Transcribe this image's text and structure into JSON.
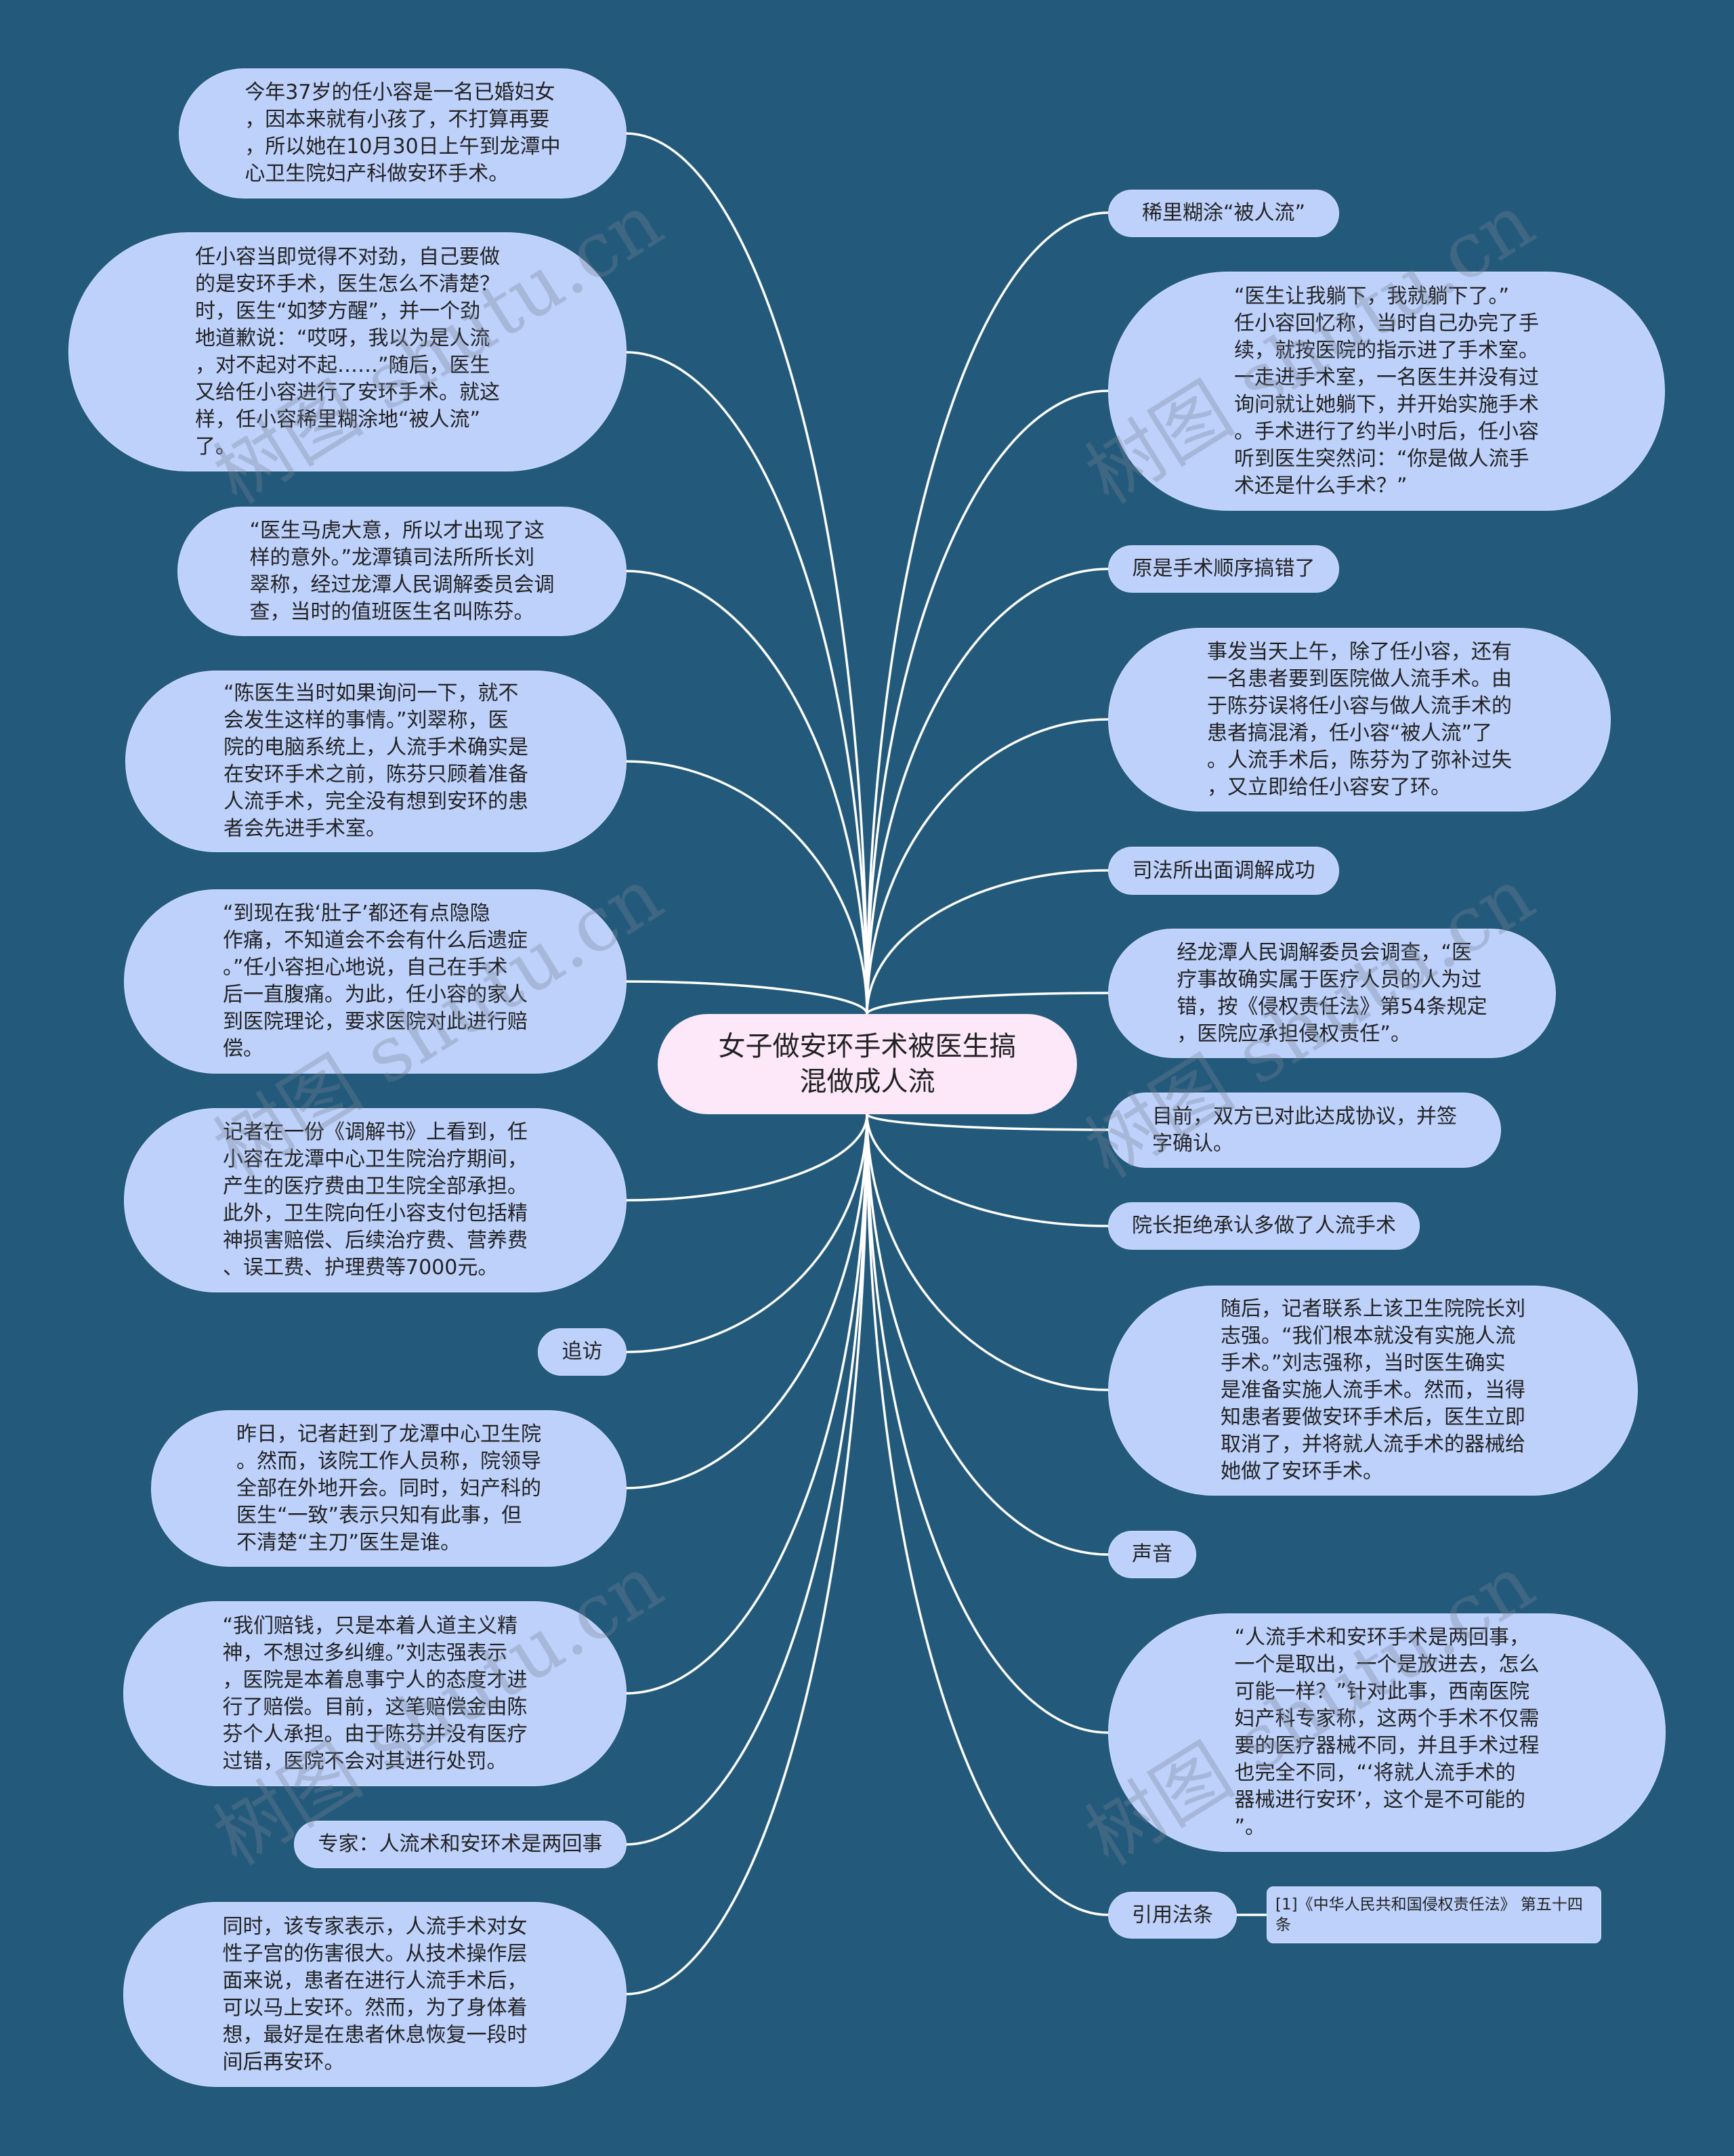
{
  "colors": {
    "background": "#235A7B",
    "node_fill": "#BDD1FB",
    "root_fill": "#FDE8F9",
    "connector": "#FFFFFF",
    "text": "#222222"
  },
  "central_topic": {
    "text": "女子做安环手术被医生搞\n混做成人流"
  },
  "branches": {
    "left": [
      {
        "text": "今年37岁的任小容是一名已婚妇女\n，因本来就有小孩了，不打算再要\n，所以她在10月30日上午到龙潭中\n心卫生院妇产科做安环手术。"
      },
      {
        "text": "任小容当即觉得不对劲，自己要做\n的是安环手术，医生怎么不清楚？\n时，医生“如梦方醒”，并一个劲\n地道歉说：“哎呀，我以为是人流\n，对不起对不起……”随后，医生\n又给任小容进行了安环手术。就这\n样，任小容稀里糊涂地“被人流”\n了。"
      },
      {
        "text": "“医生马虎大意，所以才出现了这\n样的意外。”龙潭镇司法所所长刘\n翠称，经过龙潭人民调解委员会调\n查，当时的值班医生名叫陈芬。"
      },
      {
        "text": "“陈医生当时如果询问一下，就不\n会发生这样的事情。”刘翠称，医\n院的电脑系统上，人流手术确实是\n在安环手术之前，陈芬只顾着准备\n人流手术，完全没有想到安环的患\n者会先进手术室。"
      },
      {
        "text": "“到现在我‘肚子’都还有点隐隐\n作痛，不知道会不会有什么后遗症\n。”任小容担心地说，自己在手术\n后一直腹痛。为此，任小容的家人\n到医院理论，要求医院对此进行赔\n偿。"
      },
      {
        "text": "记者在一份《调解书》上看到，任\n小容在龙潭中心卫生院治疗期间，\n产生的医疗费由卫生院全部承担。\n此外，卫生院向任小容支付包括精\n神损害赔偿、后续治疗费、营养费\n、误工费、护理费等7000元。"
      },
      {
        "text": "追访"
      },
      {
        "text": "昨日，记者赶到了龙潭中心卫生院\n。然而，该院工作人员称，院领导\n全部在外地开会。同时，妇产科的\n医生“一致”表示只知有此事，但\n不清楚“主刀”医生是谁。"
      },
      {
        "text": "“我们赔钱，只是本着人道主义精\n神，不想过多纠缠。”刘志强表示\n，医院是本着息事宁人的态度才进\n行了赔偿。目前，这笔赔偿金由陈\n芬个人承担。由于陈芬并没有医疗\n过错，医院不会对其进行处罚。"
      },
      {
        "text": "专家：人流术和安环术是两回事"
      },
      {
        "text": "同时，该专家表示，人流手术对女\n性子宫的伤害很大。从技术操作层\n面来说，患者在进行人流手术后，\n可以马上安环。然而，为了身体着\n想，最好是在患者休息恢复一段时\n间后再安环。"
      }
    ],
    "right": [
      {
        "text": "稀里糊涂“被人流”"
      },
      {
        "text": "“医生让我躺下，我就躺下了。”\n任小容回忆称，当时自己办完了手\n续，就按医院的指示进了手术室。\n一走进手术室，一名医生并没有过\n询问就让她躺下，并开始实施手术\n。手术进行了约半小时后，任小容\n听到医生突然问：“你是做人流手\n术还是什么手术？”"
      },
      {
        "text": "原是手术顺序搞错了"
      },
      {
        "text": "事发当天上午，除了任小容，还有\n一名患者要到医院做人流手术。由\n于陈芬误将任小容与做人流手术的\n患者搞混淆，任小容“被人流”了\n。人流手术后，陈芬为了弥补过失\n，又立即给任小容安了环。"
      },
      {
        "text": "司法所出面调解成功"
      },
      {
        "text": "经龙潭人民调解委员会调查，“医\n疗事故确实属于医疗人员的人为过\n错，按《侵权责任法》第54条规定\n，医院应承担侵权责任”。"
      },
      {
        "text": "目前，双方已对此达成协议，并签\n字确认。"
      },
      {
        "text": "院长拒绝承认多做了人流手术"
      },
      {
        "text": "随后，记者联系上该卫生院院长刘\n志强。“我们根本就没有实施人流\n手术。”刘志强称，当时医生确实\n是准备实施人流手术。然而，当得\n知患者要做安环手术后，医生立即\n取消了，并将就人流手术的器械给\n她做了安环手术。"
      },
      {
        "text": "声音"
      },
      {
        "text": "“人流手术和安环手术是两回事，\n一个是取出，一个是放进去，怎么\n可能一样？”针对此事，西南医院\n妇产科专家称，这两个手术不仅需\n要的医疗器械不同，并且手术过程\n也完全不同，“‘将就人流手术的\n器械进行安环’，这个是不可能的\n”。"
      },
      {
        "text": "引用法条"
      }
    ]
  },
  "citation": {
    "text": "[1]《中华人民共和国侵权责任法》 第五十四\n条"
  },
  "watermark": {
    "text": "树图 shutu.cn"
  }
}
